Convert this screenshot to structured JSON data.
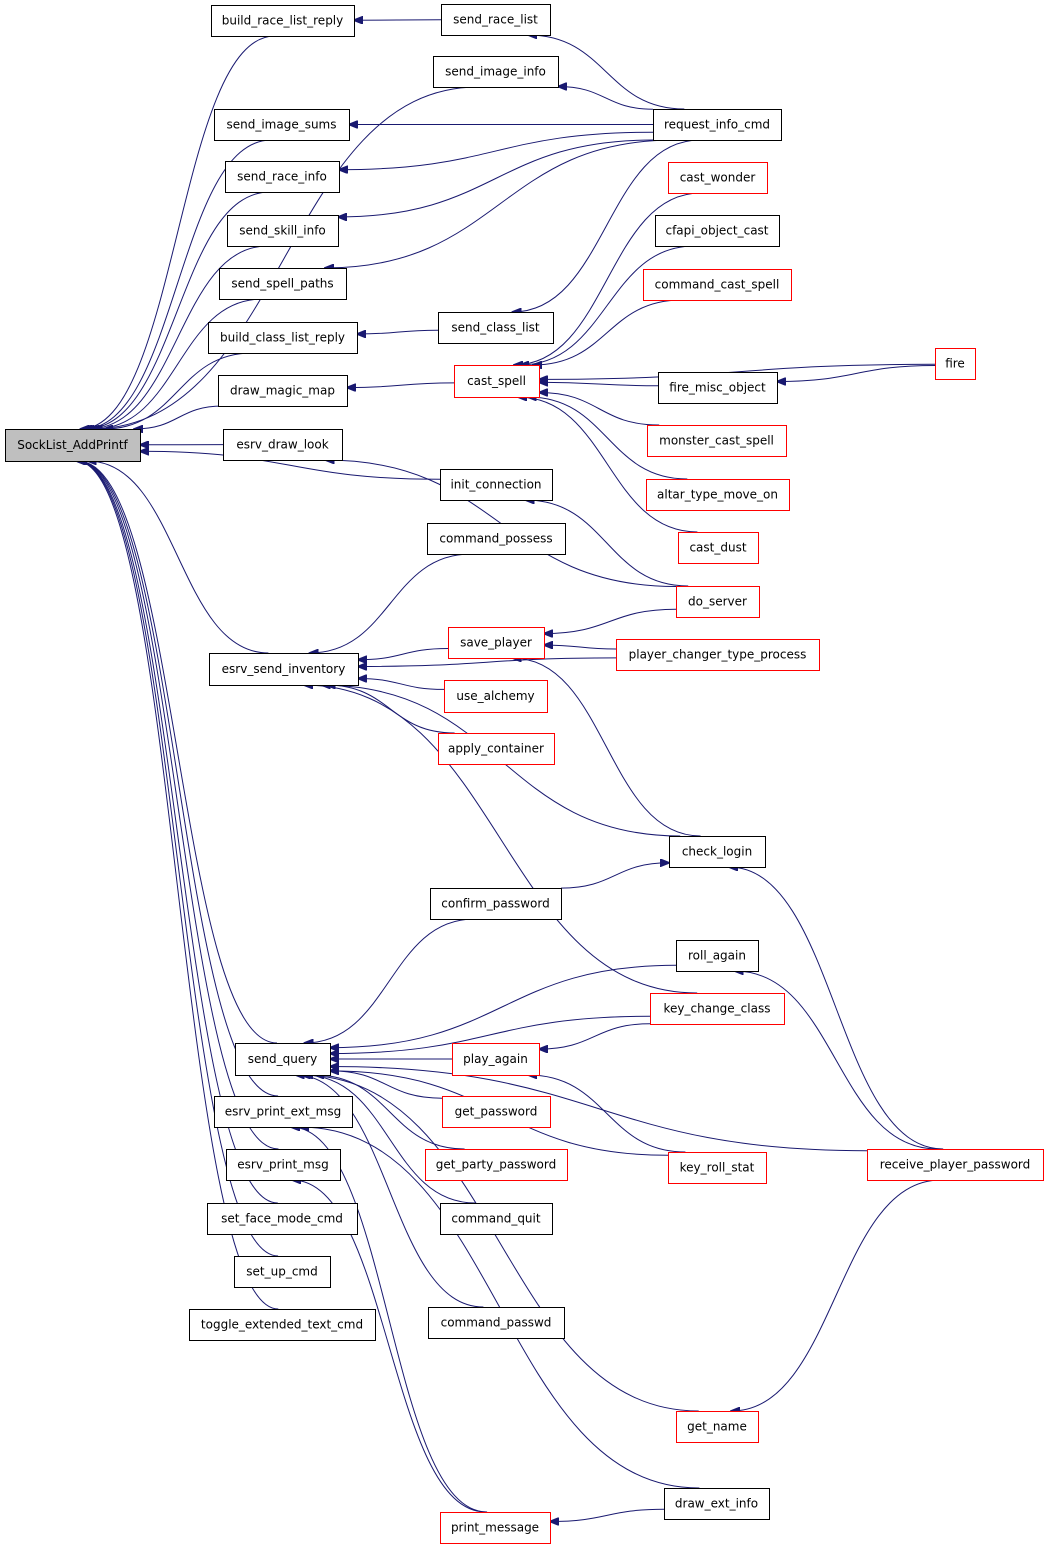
{
  "colors": {
    "edge": "#191970",
    "focus_fill": "#bfbfbf",
    "node_fill": "#ffffff",
    "normal_border": "#000000",
    "truncated_border": "#ff0000"
  },
  "nodes": {
    "SockList_AddPrintf": {
      "label": "SockList_AddPrintf",
      "style": "focus"
    },
    "build_race_list_reply": {
      "label": "build_race_list_reply",
      "style": "normal"
    },
    "send_race_list": {
      "label": "send_race_list",
      "style": "normal"
    },
    "send_image_info": {
      "label": "send_image_info",
      "style": "normal"
    },
    "send_image_sums": {
      "label": "send_image_sums",
      "style": "normal"
    },
    "request_info_cmd": {
      "label": "request_info_cmd",
      "style": "normal"
    },
    "send_race_info": {
      "label": "send_race_info",
      "style": "normal"
    },
    "cast_wonder": {
      "label": "cast_wonder",
      "style": "truncated"
    },
    "send_skill_info": {
      "label": "send_skill_info",
      "style": "normal"
    },
    "cfapi_object_cast": {
      "label": "cfapi_object_cast",
      "style": "normal"
    },
    "send_spell_paths": {
      "label": "send_spell_paths",
      "style": "normal"
    },
    "command_cast_spell": {
      "label": "command_cast_spell",
      "style": "truncated"
    },
    "build_class_list_reply": {
      "label": "build_class_list_reply",
      "style": "normal"
    },
    "send_class_list": {
      "label": "send_class_list",
      "style": "normal"
    },
    "fire": {
      "label": "fire",
      "style": "truncated"
    },
    "draw_magic_map": {
      "label": "draw_magic_map",
      "style": "normal"
    },
    "cast_spell": {
      "label": "cast_spell",
      "style": "truncated"
    },
    "fire_misc_object": {
      "label": "fire_misc_object",
      "style": "normal"
    },
    "esrv_draw_look": {
      "label": "esrv_draw_look",
      "style": "normal"
    },
    "monster_cast_spell": {
      "label": "monster_cast_spell",
      "style": "truncated"
    },
    "init_connection": {
      "label": "init_connection",
      "style": "normal"
    },
    "altar_type_move_on": {
      "label": "altar_type_move_on",
      "style": "truncated"
    },
    "command_possess": {
      "label": "command_possess",
      "style": "normal"
    },
    "cast_dust": {
      "label": "cast_dust",
      "style": "truncated"
    },
    "do_server": {
      "label": "do_server",
      "style": "truncated"
    },
    "save_player": {
      "label": "save_player",
      "style": "truncated"
    },
    "esrv_send_inventory": {
      "label": "esrv_send_inventory",
      "style": "normal"
    },
    "player_changer_type_process": {
      "label": "player_changer_type_process",
      "style": "truncated"
    },
    "use_alchemy": {
      "label": "use_alchemy",
      "style": "truncated"
    },
    "apply_container": {
      "label": "apply_container",
      "style": "truncated"
    },
    "check_login": {
      "label": "check_login",
      "style": "normal"
    },
    "confirm_password": {
      "label": "confirm_password",
      "style": "normal"
    },
    "roll_again": {
      "label": "roll_again",
      "style": "normal"
    },
    "key_change_class": {
      "label": "key_change_class",
      "style": "truncated"
    },
    "send_query": {
      "label": "send_query",
      "style": "normal"
    },
    "play_again": {
      "label": "play_again",
      "style": "truncated"
    },
    "esrv_print_ext_msg": {
      "label": "esrv_print_ext_msg",
      "style": "normal"
    },
    "get_password": {
      "label": "get_password",
      "style": "truncated"
    },
    "esrv_print_msg": {
      "label": "esrv_print_msg",
      "style": "normal"
    },
    "get_party_password": {
      "label": "get_party_password",
      "style": "truncated"
    },
    "key_roll_stat": {
      "label": "key_roll_stat",
      "style": "truncated"
    },
    "receive_player_password": {
      "label": "receive_player_password",
      "style": "truncated"
    },
    "set_face_mode_cmd": {
      "label": "set_face_mode_cmd",
      "style": "normal"
    },
    "command_quit": {
      "label": "command_quit",
      "style": "normal"
    },
    "set_up_cmd": {
      "label": "set_up_cmd",
      "style": "normal"
    },
    "toggle_extended_text_cmd": {
      "label": "toggle_extended_text_cmd",
      "style": "normal"
    },
    "command_passwd": {
      "label": "command_passwd",
      "style": "normal"
    },
    "get_name": {
      "label": "get_name",
      "style": "truncated"
    },
    "draw_ext_info": {
      "label": "draw_ext_info",
      "style": "normal"
    },
    "print_message": {
      "label": "print_message",
      "style": "truncated"
    }
  },
  "edges": [
    [
      "build_race_list_reply",
      "SockList_AddPrintf"
    ],
    [
      "send_image_info",
      "SockList_AddPrintf"
    ],
    [
      "send_image_sums",
      "SockList_AddPrintf"
    ],
    [
      "send_race_info",
      "SockList_AddPrintf"
    ],
    [
      "send_skill_info",
      "SockList_AddPrintf"
    ],
    [
      "send_spell_paths",
      "SockList_AddPrintf"
    ],
    [
      "build_class_list_reply",
      "SockList_AddPrintf"
    ],
    [
      "draw_magic_map",
      "SockList_AddPrintf"
    ],
    [
      "esrv_draw_look",
      "SockList_AddPrintf"
    ],
    [
      "init_connection",
      "SockList_AddPrintf"
    ],
    [
      "esrv_send_inventory",
      "SockList_AddPrintf"
    ],
    [
      "send_query",
      "SockList_AddPrintf"
    ],
    [
      "esrv_print_ext_msg",
      "SockList_AddPrintf"
    ],
    [
      "esrv_print_msg",
      "SockList_AddPrintf"
    ],
    [
      "set_face_mode_cmd",
      "SockList_AddPrintf"
    ],
    [
      "set_up_cmd",
      "SockList_AddPrintf"
    ],
    [
      "toggle_extended_text_cmd",
      "SockList_AddPrintf"
    ],
    [
      "send_race_list",
      "build_race_list_reply"
    ],
    [
      "request_info_cmd",
      "send_race_list"
    ],
    [
      "request_info_cmd",
      "send_image_info"
    ],
    [
      "request_info_cmd",
      "send_image_sums"
    ],
    [
      "request_info_cmd",
      "send_race_info"
    ],
    [
      "request_info_cmd",
      "send_skill_info"
    ],
    [
      "request_info_cmd",
      "send_spell_paths"
    ],
    [
      "request_info_cmd",
      "send_class_list"
    ],
    [
      "send_class_list",
      "build_class_list_reply"
    ],
    [
      "cast_spell",
      "draw_magic_map"
    ],
    [
      "cast_wonder",
      "cast_spell"
    ],
    [
      "cfapi_object_cast",
      "cast_spell"
    ],
    [
      "command_cast_spell",
      "cast_spell"
    ],
    [
      "fire",
      "cast_spell"
    ],
    [
      "fire_misc_object",
      "cast_spell"
    ],
    [
      "monster_cast_spell",
      "cast_spell"
    ],
    [
      "altar_type_move_on",
      "cast_spell"
    ],
    [
      "cast_dust",
      "cast_spell"
    ],
    [
      "fire",
      "fire_misc_object"
    ],
    [
      "do_server",
      "esrv_draw_look"
    ],
    [
      "do_server",
      "init_connection"
    ],
    [
      "command_possess",
      "esrv_send_inventory"
    ],
    [
      "player_changer_type_process",
      "esrv_send_inventory"
    ],
    [
      "save_player",
      "esrv_send_inventory"
    ],
    [
      "use_alchemy",
      "esrv_send_inventory"
    ],
    [
      "apply_container",
      "esrv_send_inventory"
    ],
    [
      "check_login",
      "esrv_send_inventory"
    ],
    [
      "key_change_class",
      "esrv_send_inventory"
    ],
    [
      "do_server",
      "save_player"
    ],
    [
      "player_changer_type_process",
      "save_player"
    ],
    [
      "check_login",
      "save_player"
    ],
    [
      "confirm_password",
      "check_login"
    ],
    [
      "receive_player_password",
      "check_login"
    ],
    [
      "confirm_password",
      "send_query"
    ],
    [
      "roll_again",
      "send_query"
    ],
    [
      "key_change_class",
      "send_query"
    ],
    [
      "play_again",
      "send_query"
    ],
    [
      "get_password",
      "send_query"
    ],
    [
      "get_party_password",
      "send_query"
    ],
    [
      "command_quit",
      "send_query"
    ],
    [
      "key_roll_stat",
      "send_query"
    ],
    [
      "command_passwd",
      "send_query"
    ],
    [
      "receive_player_password",
      "send_query"
    ],
    [
      "get_name",
      "send_query"
    ],
    [
      "receive_player_password",
      "roll_again"
    ],
    [
      "key_change_class",
      "play_again"
    ],
    [
      "key_roll_stat",
      "play_again"
    ],
    [
      "receive_player_password",
      "get_name"
    ],
    [
      "draw_ext_info",
      "esrv_print_ext_msg"
    ],
    [
      "print_message",
      "esrv_print_ext_msg"
    ],
    [
      "print_message",
      "esrv_print_msg"
    ],
    [
      "draw_ext_info",
      "print_message"
    ]
  ]
}
